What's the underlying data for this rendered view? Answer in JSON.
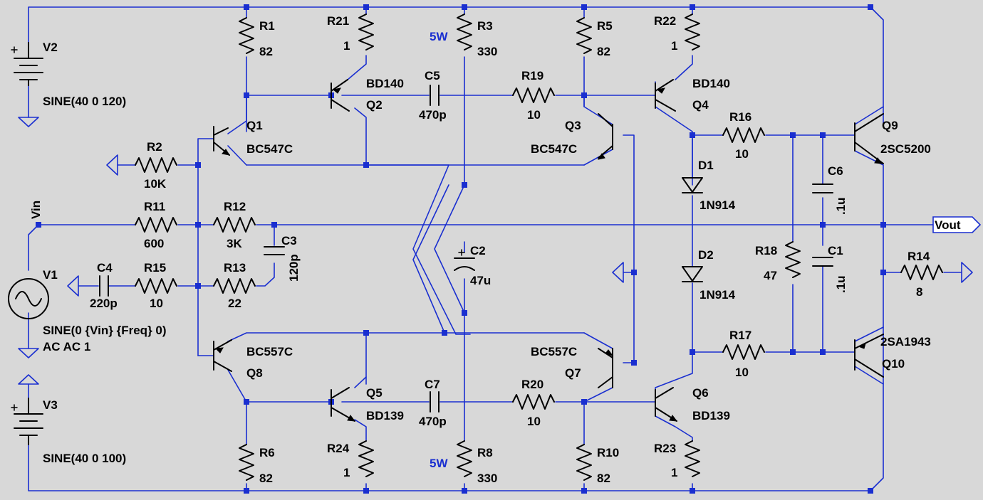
{
  "net_labels": {
    "vin": "Vin",
    "vout": "Vout"
  },
  "power_notes": {
    "r3": "5W",
    "r8": "5W"
  },
  "sources": {
    "v2": {
      "name": "V2",
      "value": "SINE(40 0 120)"
    },
    "v1": {
      "name": "V1",
      "value": "SINE(0 {Vin} {Freq} 0)",
      "ac": "AC AC 1"
    },
    "v3": {
      "name": "V3",
      "value": "SINE(40 0 100)"
    }
  },
  "resistors": {
    "r1": {
      "name": "R1",
      "value": "82"
    },
    "r21": {
      "name": "R21",
      "value": "1"
    },
    "r3": {
      "name": "R3",
      "value": "330"
    },
    "r5": {
      "name": "R5",
      "value": "82"
    },
    "r22": {
      "name": "R22",
      "value": "1"
    },
    "r19": {
      "name": "R19",
      "value": "10"
    },
    "r2": {
      "name": "R2",
      "value": "10K"
    },
    "r11": {
      "name": "R11",
      "value": "600"
    },
    "r12": {
      "name": "R12",
      "value": "3K"
    },
    "r15": {
      "name": "R15",
      "value": "10"
    },
    "r13": {
      "name": "R13",
      "value": "22"
    },
    "r16": {
      "name": "R16",
      "value": "10"
    },
    "r17": {
      "name": "R17",
      "value": "10"
    },
    "r18": {
      "name": "R18",
      "value": "47"
    },
    "r14": {
      "name": "R14",
      "value": "8"
    },
    "r20": {
      "name": "R20",
      "value": "10"
    },
    "r6": {
      "name": "R6",
      "value": "82"
    },
    "r24": {
      "name": "R24",
      "value": "1"
    },
    "r8": {
      "name": "R8",
      "value": "330"
    },
    "r10": {
      "name": "R10",
      "value": "82"
    },
    "r23": {
      "name": "R23",
      "value": "1"
    }
  },
  "capacitors": {
    "c5": {
      "name": "C5",
      "value": "470p"
    },
    "c3": {
      "name": "C3",
      "value": "120p"
    },
    "c4": {
      "name": "C4",
      "value": "220p"
    },
    "c2": {
      "name": "C2",
      "value": "47u"
    },
    "c6": {
      "name": "C6",
      "value": ".1u"
    },
    "c1": {
      "name": "C1",
      "value": ".1u"
    },
    "c7": {
      "name": "C7",
      "value": "470p"
    }
  },
  "diodes": {
    "d1": {
      "name": "D1",
      "value": "1N914"
    },
    "d2": {
      "name": "D2",
      "value": "1N914"
    }
  },
  "transistors": {
    "q1": {
      "name": "Q1",
      "value": "BC547C"
    },
    "q2": {
      "name": "Q2",
      "value": "BD140"
    },
    "q3": {
      "name": "Q3",
      "value": "BC547C"
    },
    "q4": {
      "name": "Q4",
      "value": "BD140"
    },
    "q9": {
      "name": "Q9",
      "value": "2SC5200"
    },
    "q8": {
      "name": "Q8",
      "value": "BC557C"
    },
    "q5": {
      "name": "Q5",
      "value": "BD139"
    },
    "q7": {
      "name": "Q7",
      "value": "BC557C"
    },
    "q6": {
      "name": "Q6",
      "value": "BD139"
    },
    "q10": {
      "name": "Q10",
      "value": "2SA1943"
    }
  },
  "colors": {
    "wire": "#1a2fd0",
    "component": "#000000",
    "background": "#d8d8d8"
  }
}
